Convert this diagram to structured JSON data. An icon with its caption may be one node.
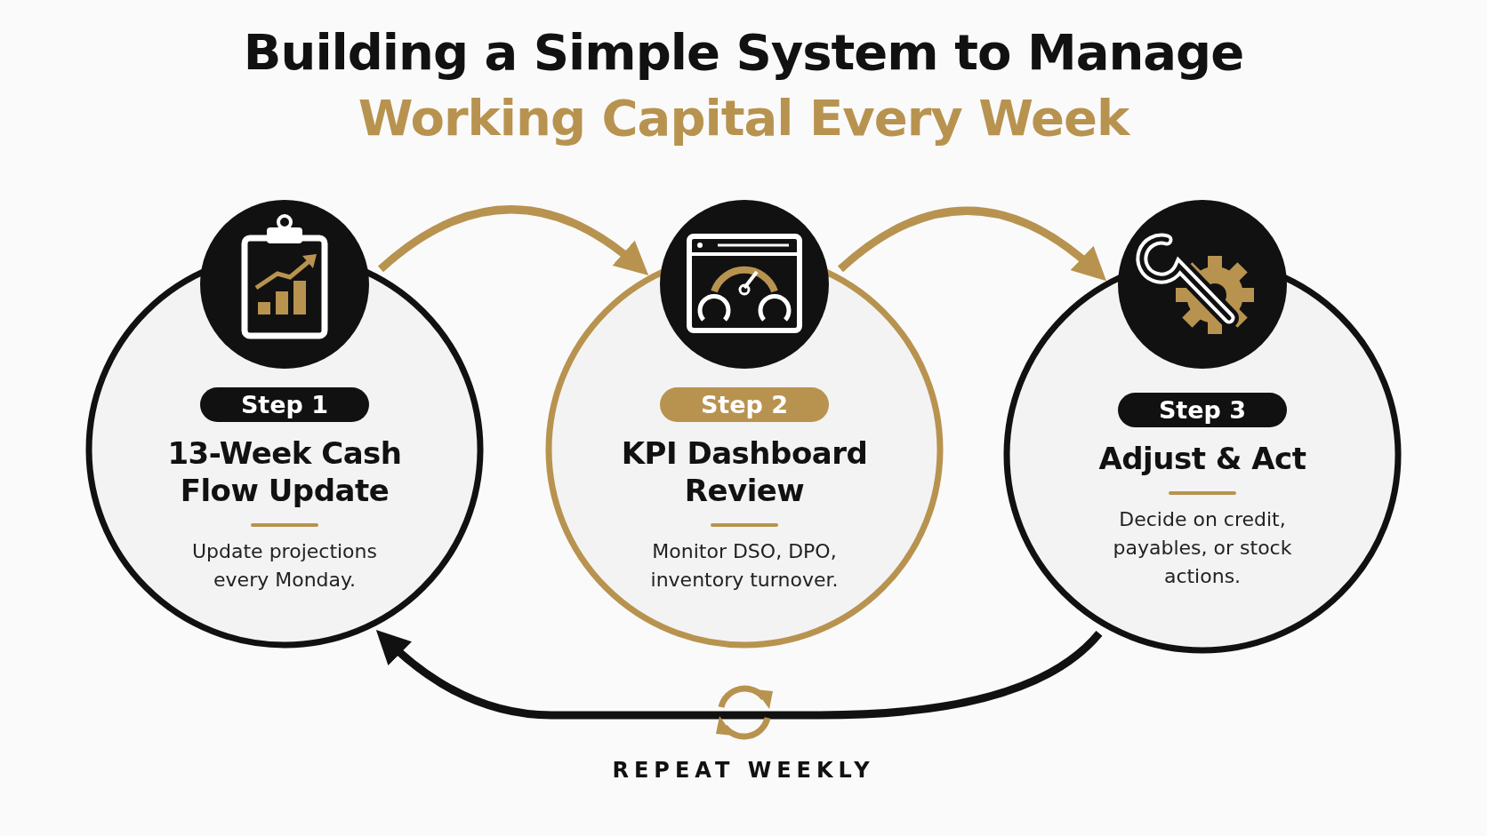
{
  "diagram": {
    "title": "Building a Simple System to Manage",
    "nodes": [
      {
        "text": [
          "Step 1",
          "13-Week Cash Flow Update",
          "Update projections every Monday."
        ]
      },
      {
        "text": [
          "Step 2",
          "KPI Dashboard Review",
          "Monitor DSO, DPO, inventory turnover."
        ]
      },
      {
        "text": [
          "Step 3",
          "Adjust & Act",
          "Decide on credit, payables, or stock actions."
        ]
      }
    ],
    "edges": [
      {
        "from": 0,
        "to": 1,
        "arrow": "to"
      },
      {
        "from": 1,
        "to": 2,
        "arrow": "to"
      },
      {
        "from": 2,
        "to": 0,
        "arrow": "to",
        "color": "#111111"
      }
    ],
    "labels": [
      "Working Capital Every Week",
      "REPEAT WEEKLY"
    ]
  }
}
